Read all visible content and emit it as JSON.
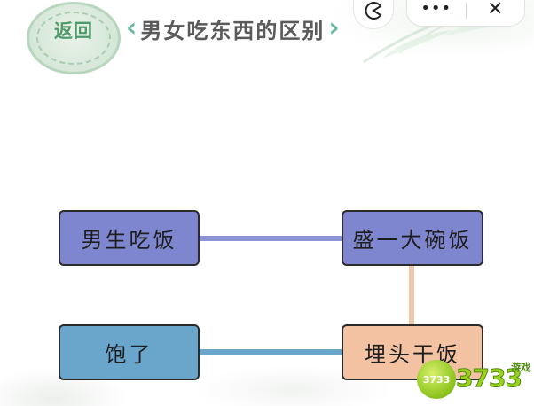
{
  "header": {
    "back_label": "返回",
    "title": "男女吃东西的区别",
    "more_icon": "more-dots-icon",
    "close_icon": "close-icon",
    "game_icon": "pacman-game-icon"
  },
  "puzzle": {
    "boxes": [
      {
        "id": "boy-eat",
        "label": "男生吃饭",
        "color": "#7e86cf"
      },
      {
        "id": "big-bowl",
        "label": "盛一大碗饭",
        "color": "#7e86cf"
      },
      {
        "id": "full",
        "label": "饱了",
        "color": "#6aa6cc"
      },
      {
        "id": "bury-head",
        "label": "埋头干饭",
        "color": "#f2c2a3"
      }
    ],
    "line_colors": {
      "purple": "#8c93d4",
      "peach": "#f0c7ab",
      "blue": "#6aa6cc"
    }
  },
  "watermark": {
    "text": "3733",
    "ball_text": "3733",
    "sub": "游戏"
  }
}
